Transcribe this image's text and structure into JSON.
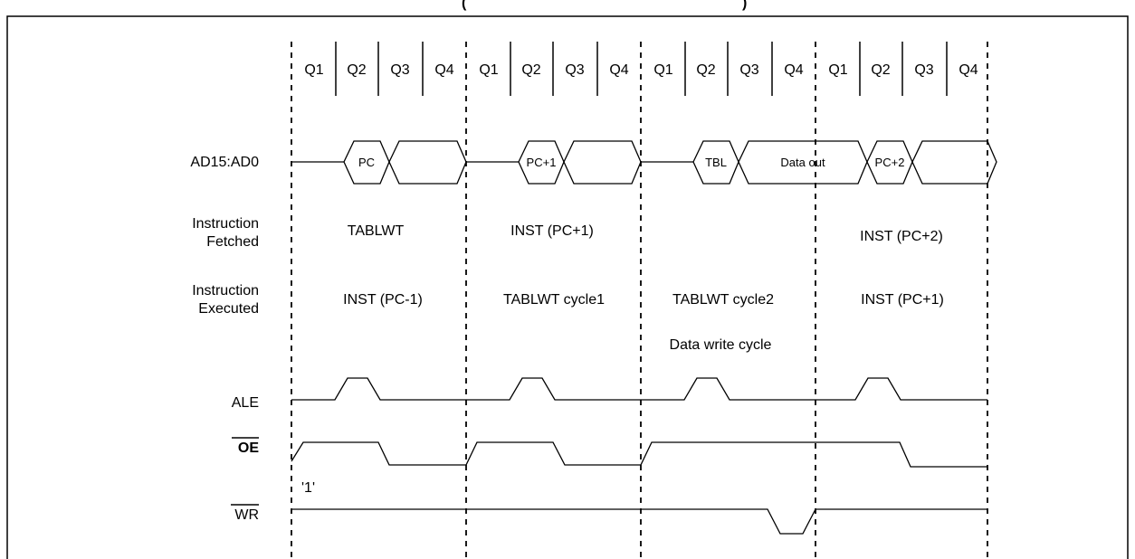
{
  "diagram": {
    "type": "timing-diagram",
    "header_fragment": "(",
    "header_fragment_right": ")",
    "q_labels": [
      "Q1",
      "Q2",
      "Q3",
      "Q4",
      "Q1",
      "Q2",
      "Q3",
      "Q4",
      "Q1",
      "Q2",
      "Q3",
      "Q4",
      "Q1",
      "Q2",
      "Q3",
      "Q4"
    ],
    "signals": {
      "bus": "AD15:AD0",
      "fetched": [
        "Instruction",
        "Fetched"
      ],
      "executed": [
        "Instruction",
        "Executed"
      ],
      "ale": "ALE",
      "oe": "OE",
      "wr": "WR"
    },
    "bus_labels": {
      "c1": "PC",
      "c2": "PC+1",
      "c3_tbl": "TBL",
      "c3_data": "Data out",
      "c4": "PC+2"
    },
    "fetched_row": [
      "TABLWT",
      "INST (PC+1)",
      "",
      "INST (PC+2)"
    ],
    "executed_row": [
      "INST (PC-1)",
      "TABLWT cycle1",
      "TABLWT cycle2",
      "INST (PC+1)"
    ],
    "extra_note": "Data write cycle",
    "wr_initial": "'1'",
    "active_low_signals": [
      "OE",
      "WR"
    ]
  }
}
